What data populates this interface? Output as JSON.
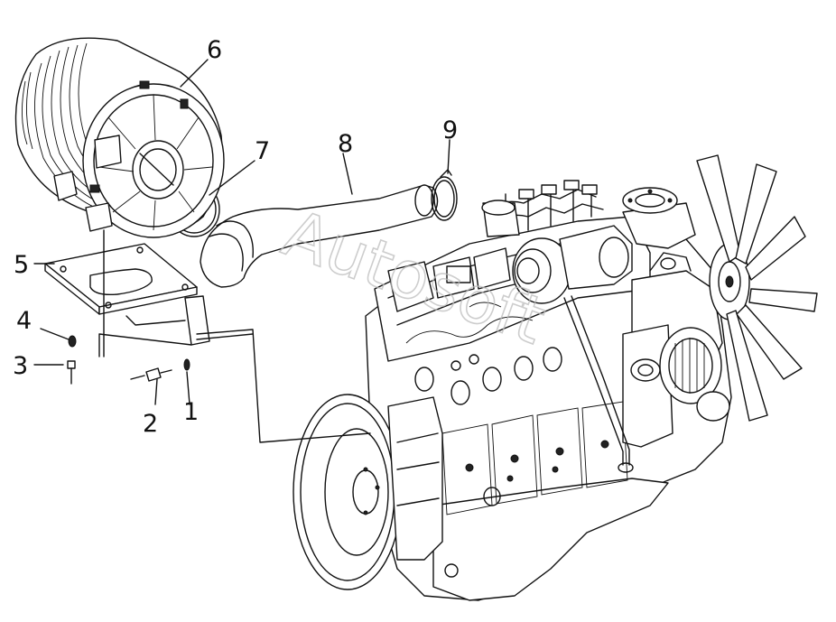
{
  "callouts": [
    {
      "id": "1",
      "label": "1",
      "part": "hose-clamp-small"
    },
    {
      "id": "2",
      "label": "2",
      "part": "screw-fitting"
    },
    {
      "id": "3",
      "label": "3",
      "part": "bolt"
    },
    {
      "id": "4",
      "label": "4",
      "part": "washer"
    },
    {
      "id": "5",
      "label": "5",
      "part": "mounting-bracket"
    },
    {
      "id": "6",
      "label": "6",
      "part": "air-filter"
    },
    {
      "id": "7",
      "label": "7",
      "part": "hose-clamp"
    },
    {
      "id": "8",
      "label": "8",
      "part": "intake-hose"
    },
    {
      "id": "9",
      "label": "9",
      "part": "clamp-ring"
    }
  ],
  "watermark": "Autosoft",
  "colors": {
    "line": "#111111",
    "background": "#ffffff",
    "watermark": "#bdbdbd"
  }
}
